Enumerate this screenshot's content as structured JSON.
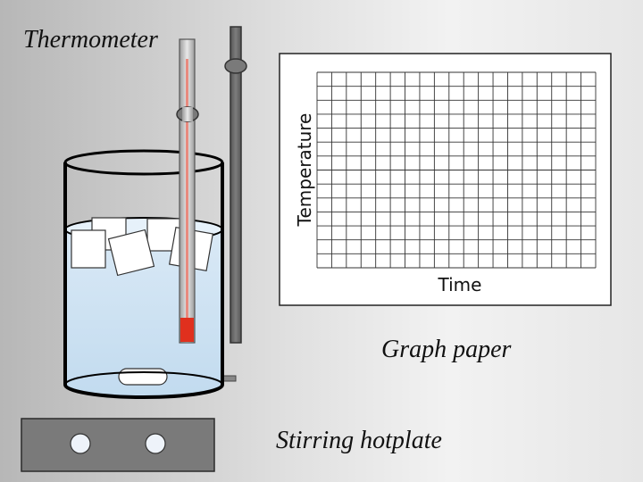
{
  "labels": {
    "thermometer": "Thermometer",
    "graph_paper": "Graph paper",
    "hotplate": "Stirring hotplate"
  },
  "graph": {
    "ylabel": "Temperature",
    "xlabel": "Time",
    "grid_columns": 19,
    "grid_rows": 14
  },
  "colors": {
    "water": "#cfe4f4",
    "mercury": "#e0301e",
    "stand": "#6a6a6a",
    "hotplate": "#7a7a7a"
  }
}
